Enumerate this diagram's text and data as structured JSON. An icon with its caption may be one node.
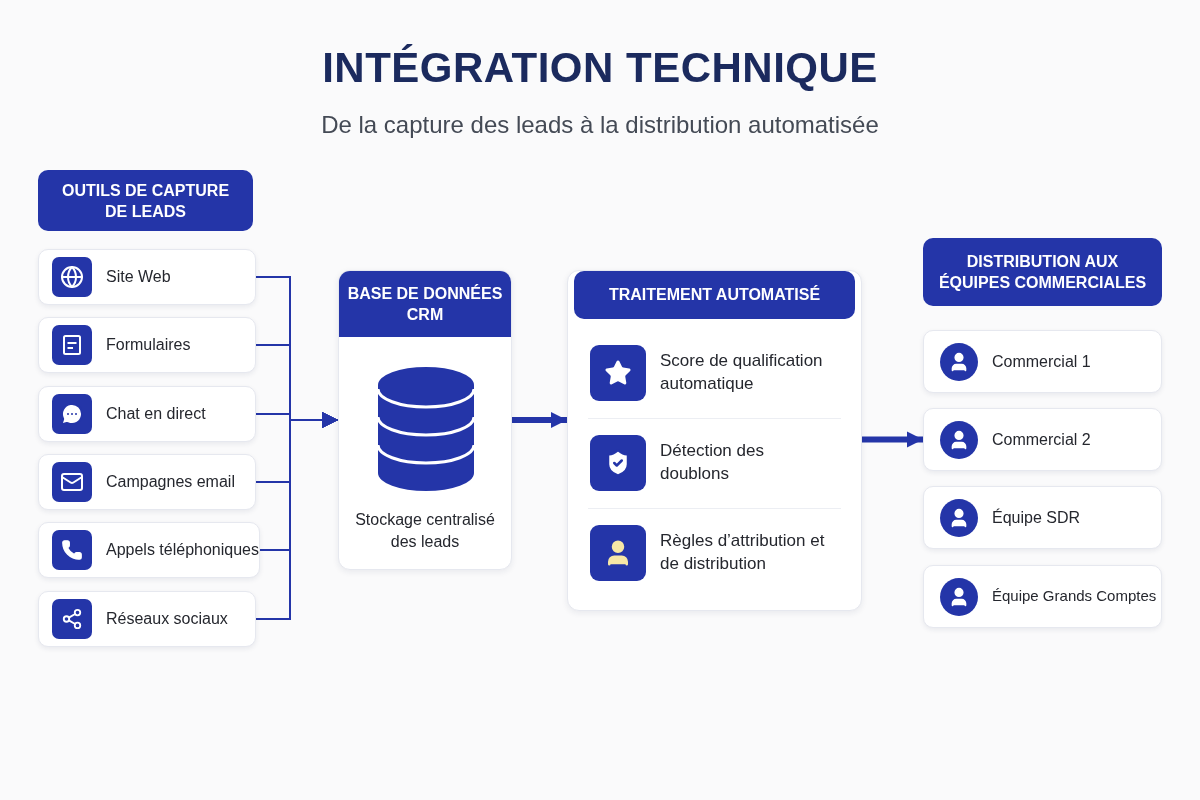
{
  "diagram": {
    "title": "INTÉGRATION TECHNIQUE",
    "caption": "De la capture des leads à la distribution automatisée",
    "nodes": [
      {
        "text": [
          "OUTILS DE CAPTURE DE LEADS"
        ]
      },
      {
        "text": [
          "Site Web"
        ]
      },
      {
        "text": [
          "Formulaires"
        ]
      },
      {
        "text": [
          "Chat en direct"
        ]
      },
      {
        "text": [
          "Campagnes email"
        ]
      },
      {
        "text": [
          "Appels téléphoniques"
        ]
      },
      {
        "text": [
          "Réseaux sociaux"
        ]
      },
      {
        "text": [
          "BASE DE DONNÉES CRM",
          "Stockage centralisé des leads"
        ]
      },
      {
        "text": [
          "TRAITEMENT AUTOMATISÉ"
        ]
      },
      {
        "text": [
          "Score de qualification automatique"
        ],
        "in": 8
      },
      {
        "text": [
          "Détection des doublons"
        ],
        "in": 8
      },
      {
        "text": [
          "Règles d’attribution et de distribution"
        ],
        "in": 8
      },
      {
        "text": [
          "DISTRIBUTION AUX ÉQUIPES COMMERCIALES"
        ]
      },
      {
        "text": [
          "Commercial 1"
        ]
      },
      {
        "text": [
          "Commercial 2"
        ]
      },
      {
        "text": [
          "Équipe SDR"
        ]
      },
      {
        "text": [
          "Équipe Grands Comptes"
        ]
      }
    ],
    "edges": [
      {
        "from": 1,
        "to": 7,
        "arrow": "to"
      },
      {
        "from": 2,
        "to": 7,
        "arrow": "to"
      },
      {
        "from": 3,
        "to": 7,
        "arrow": "to"
      },
      {
        "from": 4,
        "to": 7,
        "arrow": "to"
      },
      {
        "from": 5,
        "to": 7,
        "arrow": "to"
      },
      {
        "from": 6,
        "to": 7,
        "arrow": "to"
      },
      {
        "from": 7,
        "to": 8,
        "arrow": "to",
        "style": "thick"
      },
      {
        "from": 8,
        "to": 14,
        "arrow": "to",
        "style": "thick"
      }
    ]
  }
}
